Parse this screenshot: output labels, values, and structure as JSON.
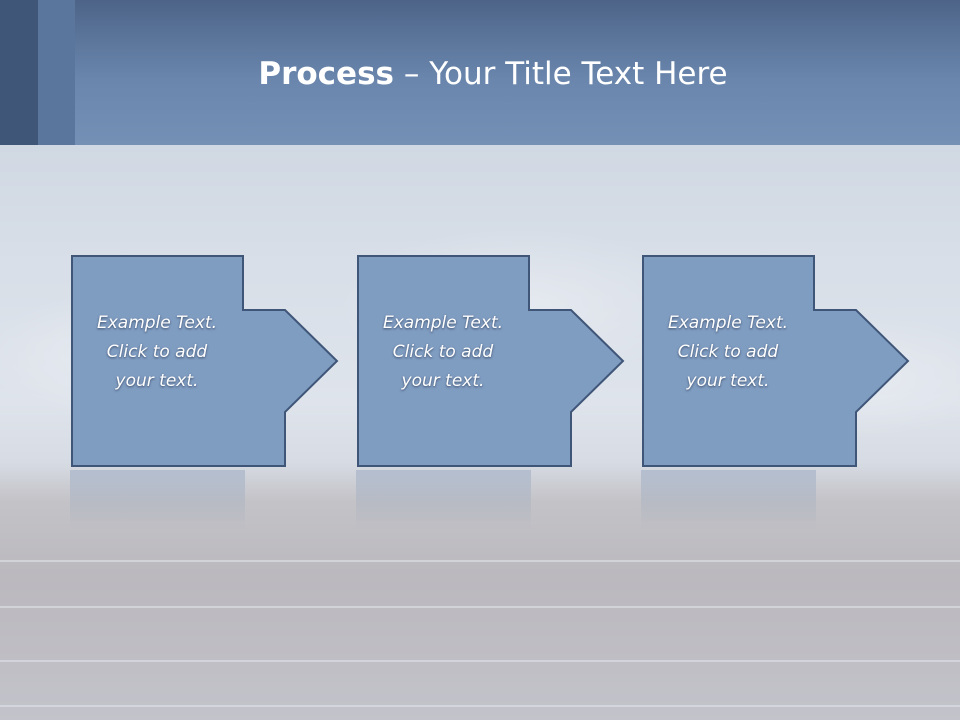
{
  "slide": {
    "title_bold": "Process",
    "title_rest": " – Your Title Text Here"
  },
  "steps": [
    {
      "text": "Example Text.\nClick  to add\nyour text."
    },
    {
      "text": "Example Text.\nClick  to add\nyour text."
    },
    {
      "text": "Example Text.\nClick  to add\nyour text."
    }
  ],
  "colors": {
    "header": "#6a86ad",
    "box_fill": "#7f9cc1",
    "box_stroke": "#3f5678",
    "title_text": "#ffffff"
  }
}
